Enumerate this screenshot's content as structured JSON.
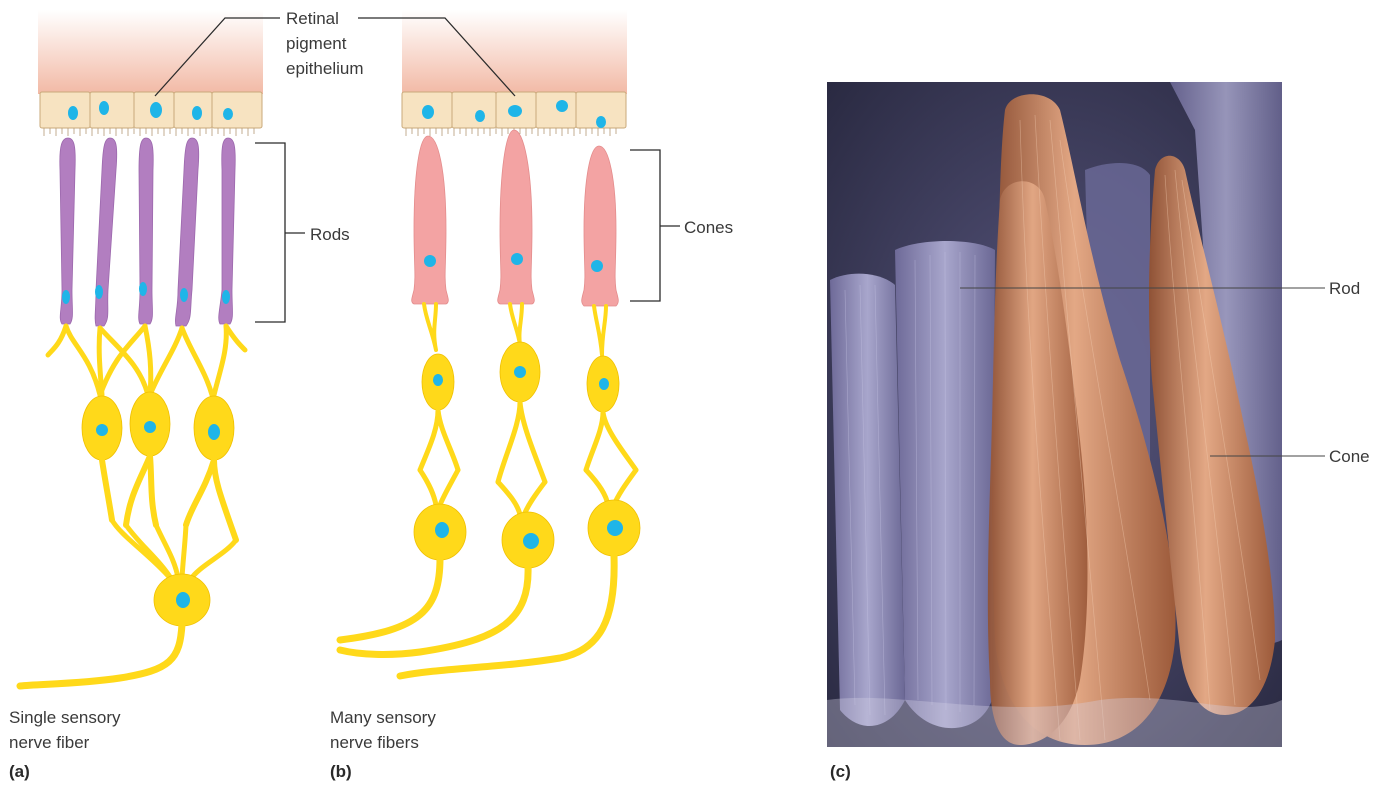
{
  "labels": {
    "retinal_pigment_epithelium": [
      "Retinal",
      "pigment",
      "epithelium"
    ],
    "rods": "Rods",
    "cones": "Cones",
    "rod_photo": "Rod",
    "cone_photo": "Cone",
    "single_fiber": [
      "Single sensory",
      "nerve fiber"
    ],
    "many_fibers": [
      "Many sensory",
      "nerve fibers"
    ],
    "panel_a": "(a)",
    "panel_b": "(b)",
    "panel_c": "(c)"
  },
  "colors": {
    "rod": "#b27ec0",
    "cone": "#f3a3a3",
    "nucleus": "#1fb5e8",
    "neuron": "#ffd91a",
    "epithelium_cell": "#f7e3c1",
    "micrograph_background": "#4a4a6e",
    "micrograph_cone": "#c98a66"
  }
}
